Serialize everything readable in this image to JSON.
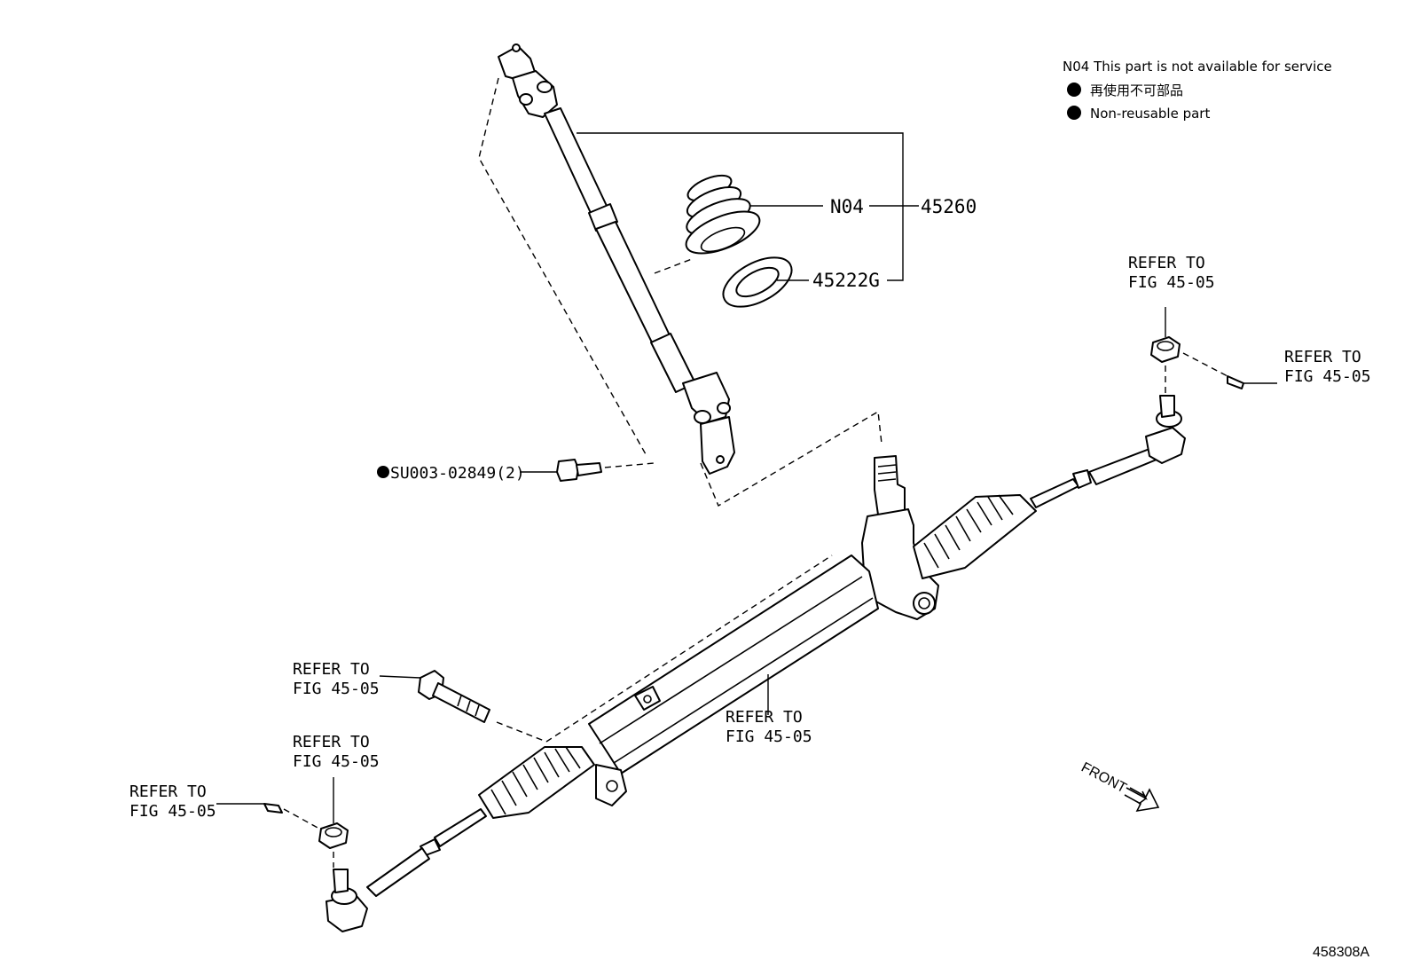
{
  "legend": {
    "n04_note": "N04 This part is not available for service",
    "nonreusable_jp": "再使用不可部品",
    "nonreusable_en": "Non-reusable part"
  },
  "labels": {
    "n04": "N04",
    "p45260": "45260",
    "p45222g": "45222G",
    "bolt": "SU003-02849(2)",
    "refer_line1": "REFER TO",
    "refer_line2": "FIG 45-05"
  },
  "front_label": "FRONT",
  "figure_code": "458308A"
}
